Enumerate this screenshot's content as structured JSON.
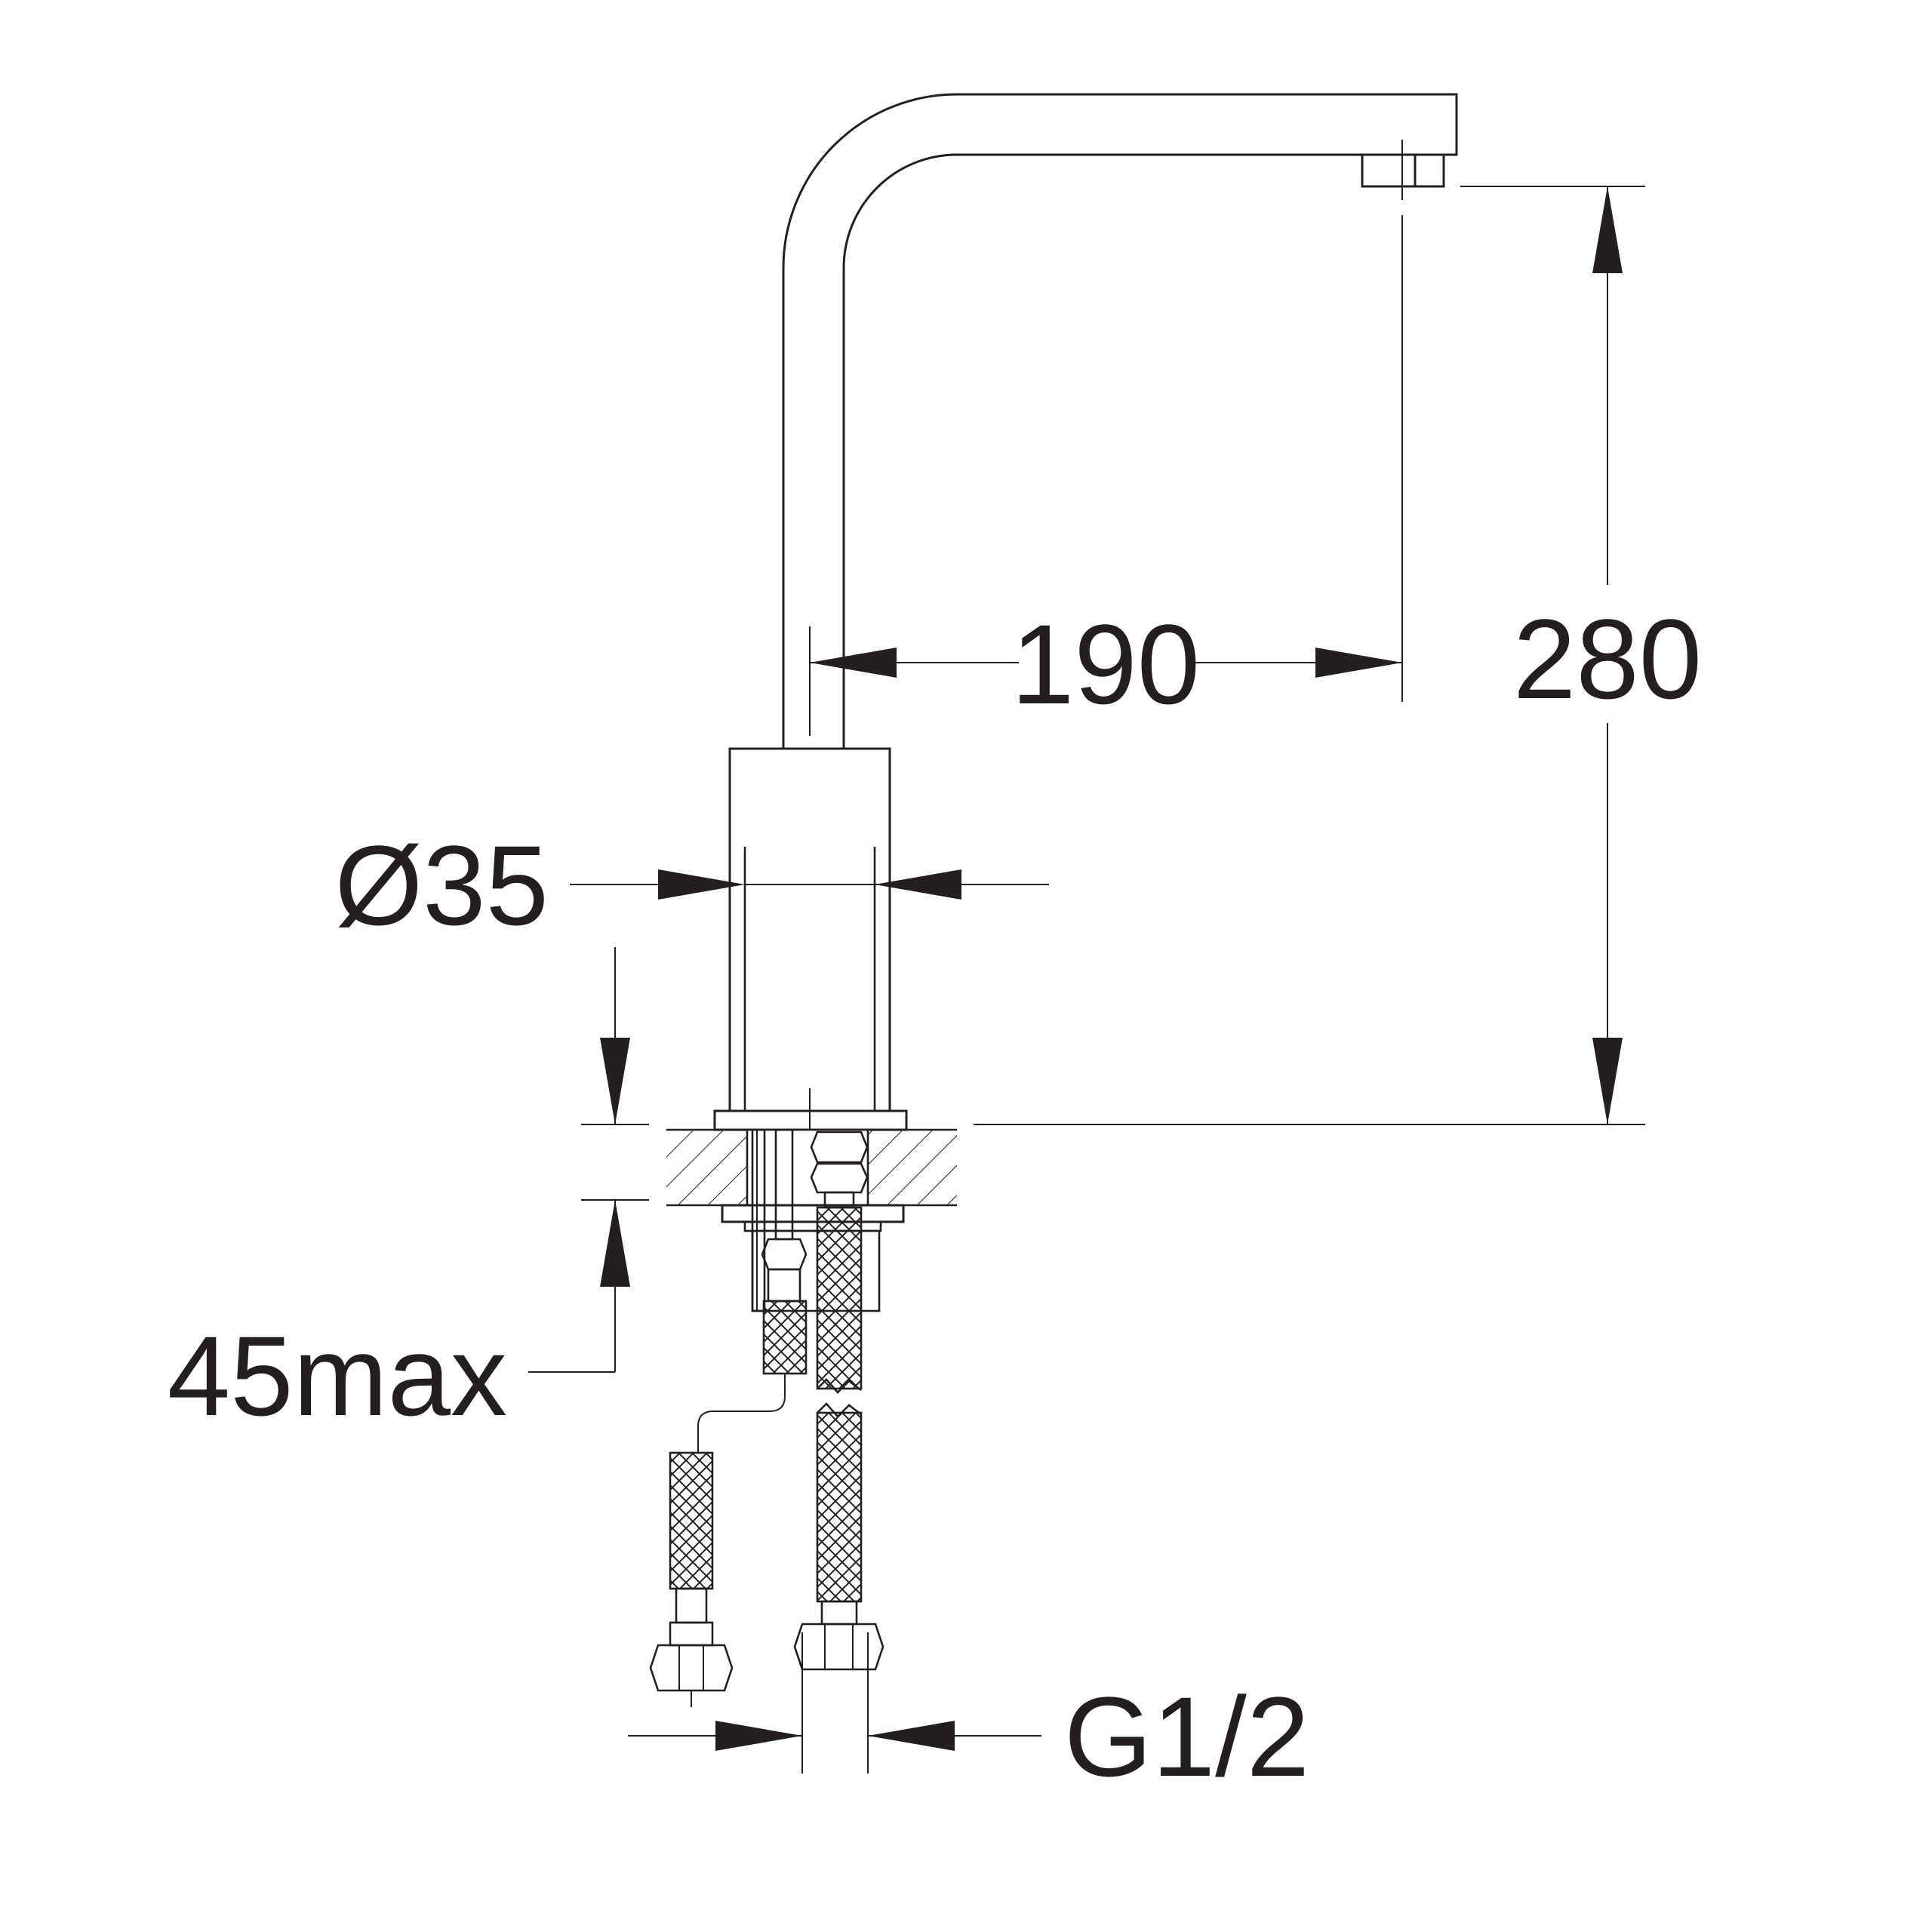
{
  "dimensions": {
    "spout_reach": "190",
    "height": "280",
    "body_diameter": "Ø35",
    "max_deck_thickness": "45max",
    "connection_thread": "G1/2"
  },
  "colors": {
    "line": "#231f20",
    "background": "#ffffff"
  }
}
